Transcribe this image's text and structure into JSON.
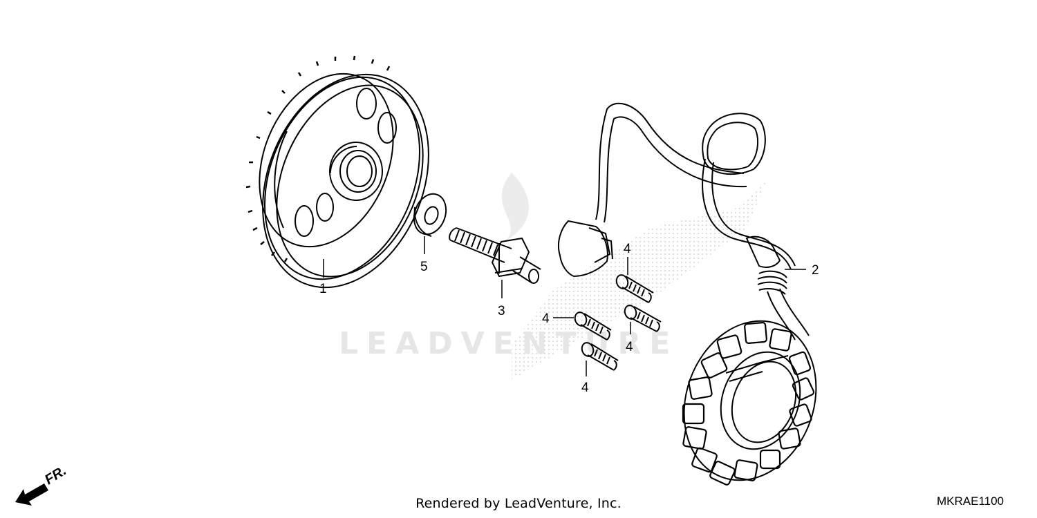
{
  "watermark": {
    "text": "LEADVENTURE"
  },
  "direction_marker": {
    "label": "FR.",
    "icon": "front-direction-arrow-icon"
  },
  "callouts": {
    "flywheel": "1",
    "stator": "2",
    "bolt": "3",
    "stator_bolt_a": "4",
    "stator_bolt_b": "4",
    "stator_bolt_c": "4",
    "stator_bolt_d": "4",
    "washer": "5"
  },
  "footer": {
    "rendered_by": "Rendered by LeadVenture, Inc."
  },
  "diagram_code": "MKRAE1100",
  "colors": {
    "line": "#000000",
    "watermark": "#e6e6e6",
    "background": "#ffffff"
  }
}
